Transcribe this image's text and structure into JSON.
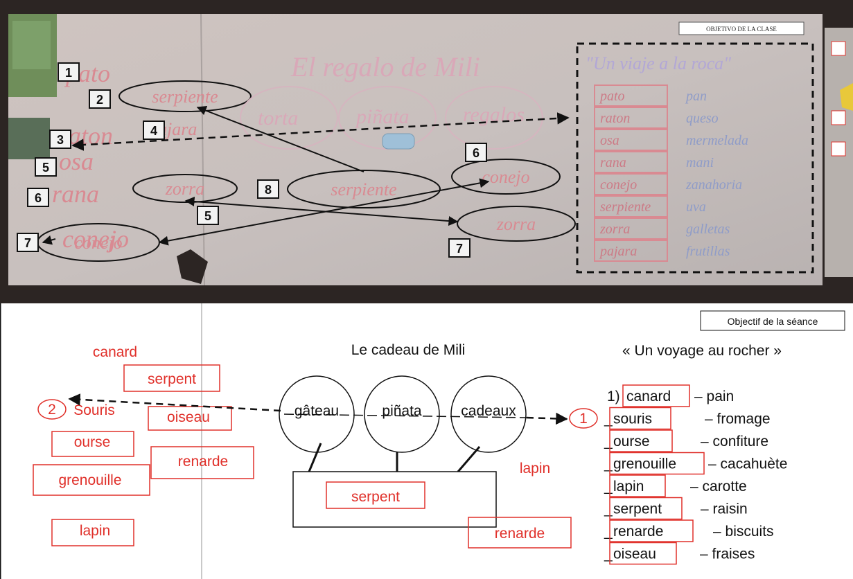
{
  "colors": {
    "red": "#e0302a",
    "photo_board": "#c9c1bd",
    "photo_dark": "#2c2523"
  },
  "photo": {
    "title_hand": "El regalo de Mili",
    "box_title_hand": "\"Un viaje a la roca\"",
    "corner_tag": "OBJETIVO DE LA CLASE",
    "left_words": [
      "pato",
      "raton",
      "osa",
      "rana",
      "conejo"
    ],
    "pairs_hand": [
      {
        "animal": "pato",
        "food": "pan"
      },
      {
        "animal": "raton",
        "food": "queso"
      },
      {
        "animal": "osa",
        "food": "mermelada"
      },
      {
        "animal": "rana",
        "food": "mani"
      },
      {
        "animal": "conejo",
        "food": "zanahoria"
      },
      {
        "animal": "serpiente",
        "food": "uva"
      },
      {
        "animal": "zorra",
        "food": "galletas"
      },
      {
        "animal": "pajara",
        "food": "frutillas"
      }
    ],
    "ovals": [
      "serpiente",
      "serpiente",
      "zorra",
      "conejo",
      "zorra",
      "conejo"
    ],
    "cake_words": [
      "torta",
      "piñata",
      "regalos"
    ],
    "other_words": [
      "pajara"
    ],
    "num_labels": [
      "1",
      "2",
      "3",
      "4",
      "5",
      "6",
      "8",
      "6",
      "5",
      "7",
      "7"
    ]
  },
  "diagram": {
    "objective_label": "Objectif de la séance",
    "title": "Le cadeau de Mili",
    "voyage_title": "« Un voyage au rocher »",
    "left_animals": [
      "canard",
      "serpent",
      "Souris",
      "oiseau",
      "ourse",
      "renarde",
      "grenouille",
      "lapin"
    ],
    "circle_marks": [
      "2",
      "1"
    ],
    "ovals": [
      "gâteau",
      "piñata",
      "cadeaux"
    ],
    "box_word": "serpent",
    "right_loose": [
      "lapin",
      "renarde"
    ],
    "list_prefix": "1)",
    "pairs": [
      {
        "animal": "canard",
        "food": "– pain"
      },
      {
        "animal": "souris",
        "food": "– fromage"
      },
      {
        "animal": "ourse",
        "food": "– confiture"
      },
      {
        "animal": "grenouille",
        "food": "– cacahuète"
      },
      {
        "animal": "lapin",
        "food": "– carotte"
      },
      {
        "animal": "serpent",
        "food": "– raisin"
      },
      {
        "animal": "renarde",
        "food": "– biscuits"
      },
      {
        "animal": "oiseau",
        "food": "– fraises"
      }
    ]
  }
}
